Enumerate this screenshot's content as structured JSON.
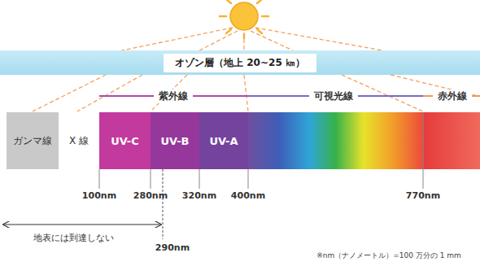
{
  "diagram": {
    "nodes": [
      {
        "text": [
          "オゾン層（地上 20~25 ㎞）"
        ]
      },
      {
        "text": [
          "ガンマ線"
        ]
      },
      {
        "text": [
          "X 線"
        ]
      },
      {
        "text": [
          "UV-C"
        ]
      },
      {
        "text": [
          "UV-B"
        ]
      },
      {
        "text": [
          "UV-A"
        ]
      }
    ],
    "labels": [
      "紫外線",
      "可視光線",
      "赤外線",
      "100nm",
      "280nm",
      "320nm",
      "400nm",
      "770nm",
      "290nm",
      "地表には到達しない",
      "※nm（ナノメートル）=100 万分の 1 mm"
    ]
  }
}
